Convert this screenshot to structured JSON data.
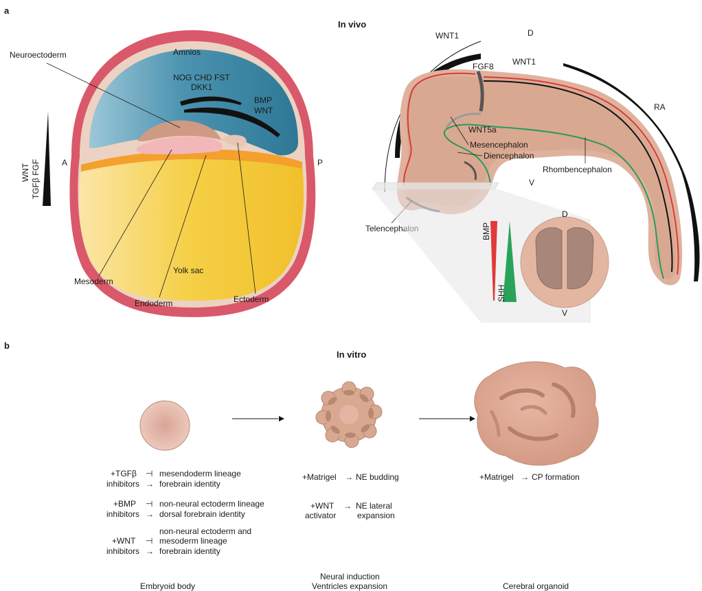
{
  "panel_a": {
    "letter": "a",
    "embryo": {
      "amnios": "Amnios",
      "neuroectoderm": "Neuroectoderm",
      "inhibitors_line1": "NOG CHD FST",
      "inhibitors_line2": "DKK1",
      "bmp": "BMP",
      "wnt": "WNT",
      "anterior": "A",
      "posterior": "P",
      "gradient_line1": "WNT",
      "gradient_line2": "TGFβ FGF",
      "yolk_sac": "Yolk sac",
      "mesoderm": "Mesoderm",
      "endoderm": "Endoderm",
      "ectoderm": "Ectoderm"
    },
    "in_vivo": {
      "title": "In vivo",
      "wnt1_left": "WNT1",
      "dorsal": "D",
      "fgf8": "FGF8",
      "wnt1_right": "WNT1",
      "ra": "RA",
      "wnt5a": "WNT5a",
      "mesencephalon": "Mesencephalon",
      "diencephalon": "Diencephalon",
      "rhombencephalon": "Rhombencephalon",
      "ventral": "V",
      "telencephalon": "Telencephalon",
      "section_dorsal": "D",
      "section_ventral": "V",
      "bmp": "BMP",
      "shh": "SHH"
    },
    "colors": {
      "amnios": "#3f8aa8",
      "yolk": "#f2c230",
      "outer_rim": "#d9596a",
      "tissue": "#d8a48e",
      "red_line": "#d83a3a",
      "green_line": "#2a9a5a"
    }
  },
  "panel_b": {
    "letter": "b",
    "title": "In vitro",
    "stages": [
      {
        "name": "Embryoid body"
      },
      {
        "name_line1": "Neural induction",
        "name_line2": "Ventricles expansion"
      },
      {
        "name": "Cerebral organoid"
      }
    ],
    "eb_factors": [
      {
        "lines": [
          "+TGFβ",
          "inhibitors"
        ],
        "inhibits": "mesendoderm lineage",
        "promotes": "forebrain identity"
      },
      {
        "lines": [
          "+BMP",
          "inhibitors"
        ],
        "inhibits": "non-neural ectoderm lineage",
        "promotes": "dorsal forebrain identity"
      },
      {
        "lines": [
          "+WNT",
          "inhibitors"
        ],
        "inhibits_line1": "non-neural ectoderm and",
        "inhibits_line2": "mesoderm lineage",
        "promotes": "forebrain identity"
      }
    ],
    "ni_factors": [
      {
        "label": "+Matrigel",
        "result": "NE budding"
      },
      {
        "label_line1": "+WNT",
        "label_line2": "activator",
        "result_line1": "NE lateral",
        "result_line2": "expansion"
      }
    ],
    "co_factors": [
      {
        "label": "+Matrigel",
        "result": "CP formation"
      }
    ],
    "symbols": {
      "inhibit": "⊣",
      "promote": "→"
    }
  }
}
